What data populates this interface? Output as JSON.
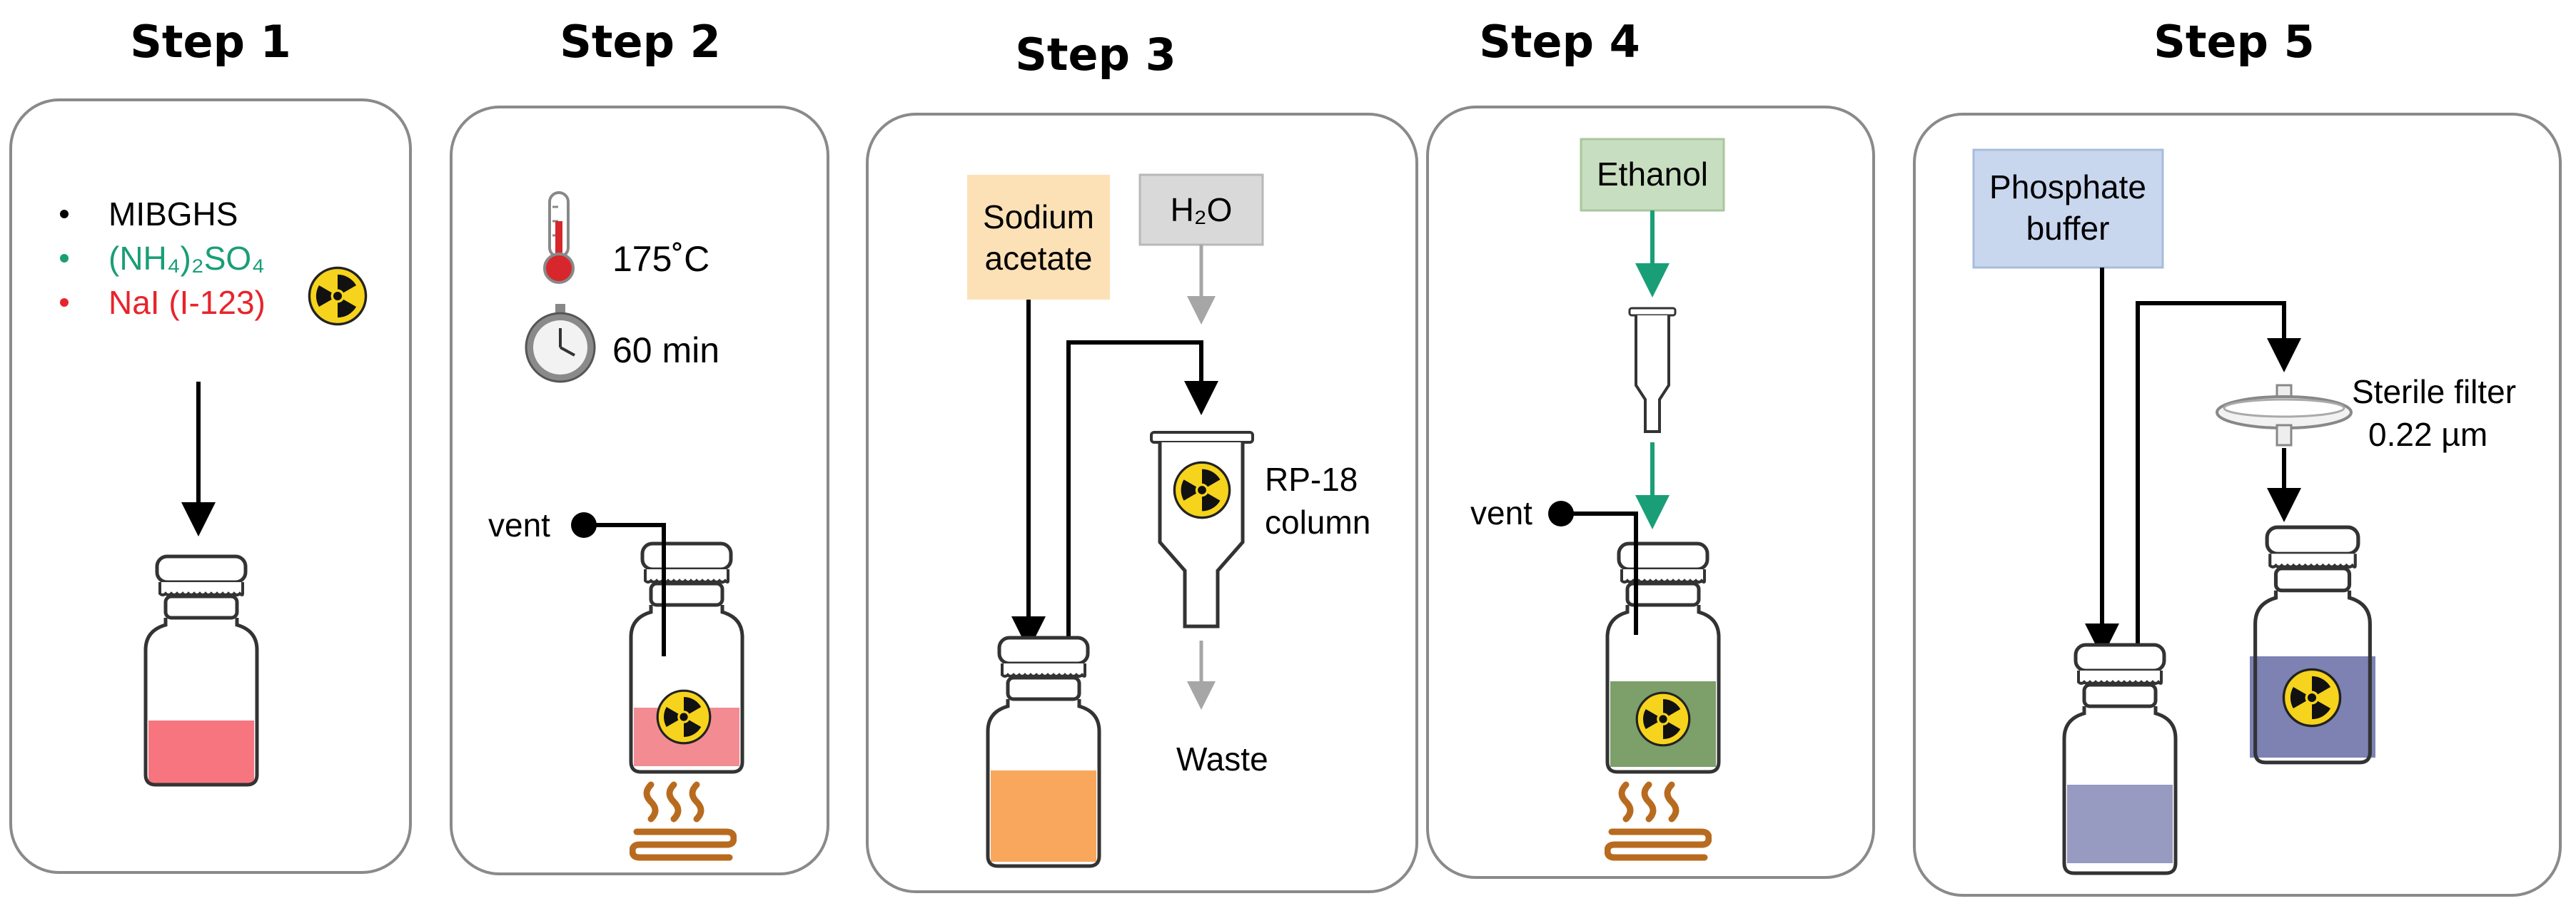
{
  "steps": [
    {
      "title": "Step 1",
      "ingredients": [
        {
          "label": "MIBGHS",
          "color": "#000000"
        },
        {
          "label": "(NH₄)₂SO₄",
          "color": "#1a9e77"
        },
        {
          "label": "NaI (I-123)",
          "color": "#e8242b"
        }
      ]
    },
    {
      "title": "Step 2",
      "temperature": "175˚C",
      "time": "60 min",
      "vent": "vent"
    },
    {
      "title": "Step 3",
      "reagent": "Sodium acetate",
      "reagent_line1": "Sodium",
      "reagent_line2": "acetate",
      "water": "H₂O",
      "column_line1": "RP-18",
      "column_line2": "column",
      "waste": "Waste"
    },
    {
      "title": "Step 4",
      "reagent": "Ethanol",
      "vent": "vent"
    },
    {
      "title": "Step 5",
      "reagent_line1": "Phosphate",
      "reagent_line2": "buffer",
      "filter_line1": "Sterile filter",
      "filter_line2": "0.22  µm"
    }
  ],
  "colors": {
    "step1_liquid": "#f6757f",
    "step2_liquid": "#f28c92",
    "step3_liquid": "#f9a75c",
    "step4_liquid": "#7d9f6a",
    "step5_liquid": "#7d82b3",
    "sodium_acetate_box": "#fde1b6",
    "water_box": "#d9d9d9",
    "ethanol_box": "#c8dec0",
    "phosphate_box": "#c8d6ee",
    "green_arrow": "#1a9e77",
    "gray_arrow": "#a6a6a6",
    "heater": "#b86b1f",
    "radiation_yellow": "#f6d31c"
  },
  "icons": [
    "radiation-icon",
    "thermometer-icon",
    "stopwatch-icon",
    "heater-icon",
    "vial-icon",
    "cartridge-icon",
    "syringe-filter-icon"
  ]
}
